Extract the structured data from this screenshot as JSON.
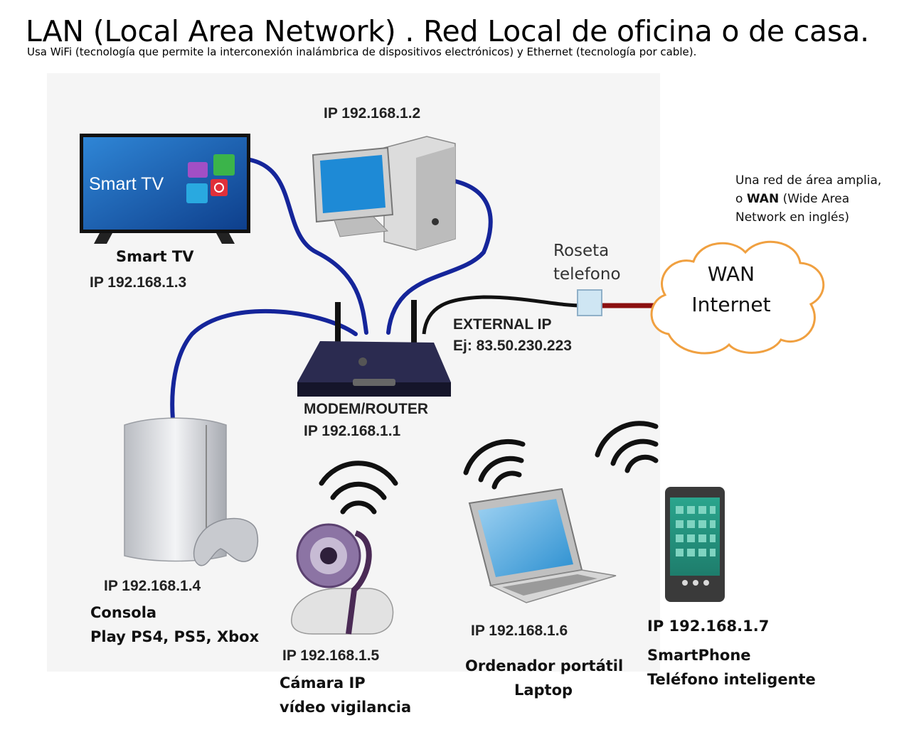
{
  "header": {
    "title": "LAN (Local Area Network) . Red Local de oficina o de casa.",
    "subtitle": "Usa WiFi (tecnología que permite la interconexión inalámbrica de dispositivos electrónicos) y Ethernet (tecnología por cable)."
  },
  "smart_tv": {
    "screen_text": "Smart TV",
    "caption": "Smart TV",
    "ip": "IP 192.168.1.3"
  },
  "desktop_pc": {
    "ip": "IP 192.168.1.2"
  },
  "router": {
    "caption": "MODEM/ROUTER",
    "ip": "IP 192.168.1.1",
    "external_label": "EXTERNAL IP",
    "external_ip": "Ej: 83.50.230.223"
  },
  "roseta": {
    "line1": "Roseta",
    "line2": "telefono"
  },
  "wan": {
    "cloud_line1": "WAN",
    "cloud_line2": "Internet",
    "note_line1": "Una red de área amplia,",
    "note_line2_pre": "o ",
    "note_line2_bold": "WAN",
    "note_line2_post": " (Wide Area",
    "note_line3": "Network en inglés)"
  },
  "console": {
    "ip": "IP 192.168.1.4",
    "caption_line1": "Consola",
    "caption_line2": "Play PS4, PS5, Xbox"
  },
  "camera": {
    "ip": "IP 192.168.1.5",
    "caption_line1": "Cámara IP",
    "caption_line2": "vídeo vigilancia"
  },
  "laptop": {
    "ip": "IP 192.168.1.6",
    "caption_line1": "Ordenador portátil",
    "caption_line2": "Laptop"
  },
  "phone": {
    "ip": "IP 192.168.1.7",
    "caption_line1": "SmartPhone",
    "caption_line2": "Teléfono inteligente"
  },
  "colors": {
    "ethernet_cable": "#15259a",
    "phone_cable": "#111111",
    "wan_cable": "#8b1010",
    "cloud_stroke": "#f0a040"
  }
}
